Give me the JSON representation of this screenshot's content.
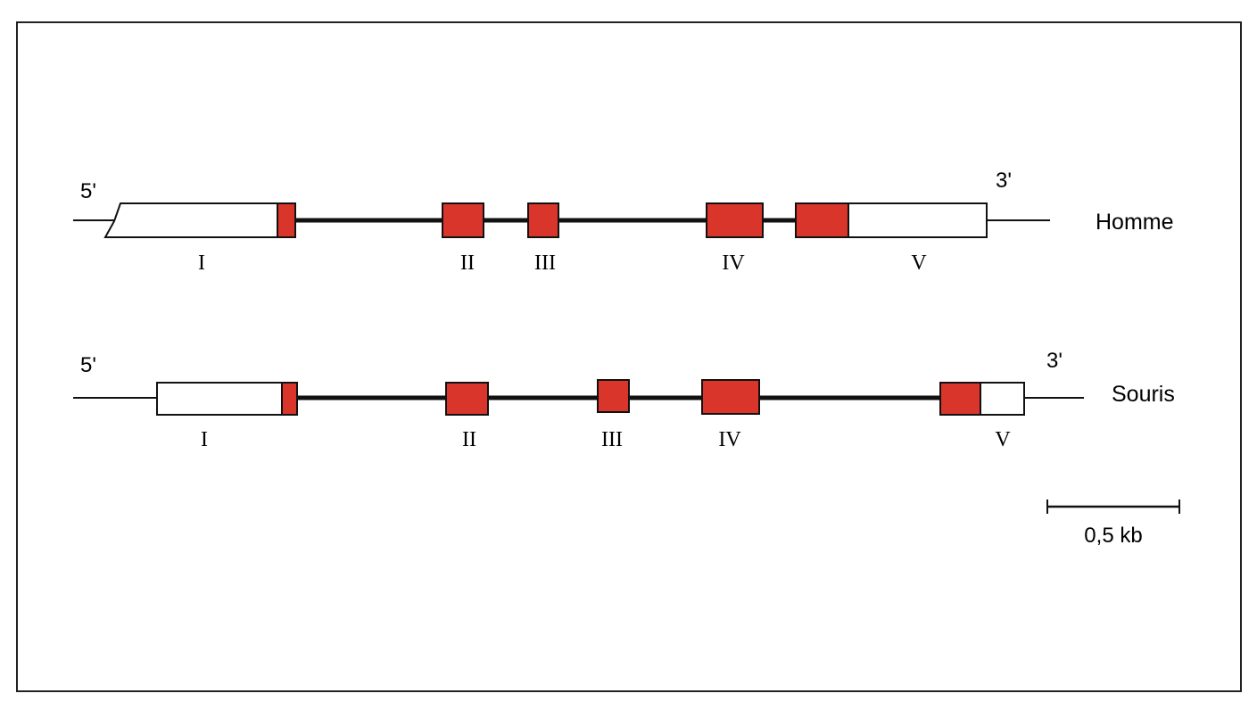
{
  "colors": {
    "coding": "#d9352a",
    "coding_stroke": "#6b1a14",
    "noncoding": "#ffffff",
    "line": "#111111",
    "frame": "#222222"
  },
  "genes": [
    {
      "species": "Homme",
      "five_prime": "5'",
      "three_prime": "3'",
      "exon_labels": [
        "I",
        "II",
        "III",
        "IV",
        "V"
      ]
    },
    {
      "species": "Souris",
      "five_prime": "5'",
      "three_prime": "3'",
      "exon_labels": [
        "I",
        "II",
        "III",
        "IV",
        "V"
      ]
    }
  ],
  "scale_bar": {
    "label": "0,5 kb"
  }
}
